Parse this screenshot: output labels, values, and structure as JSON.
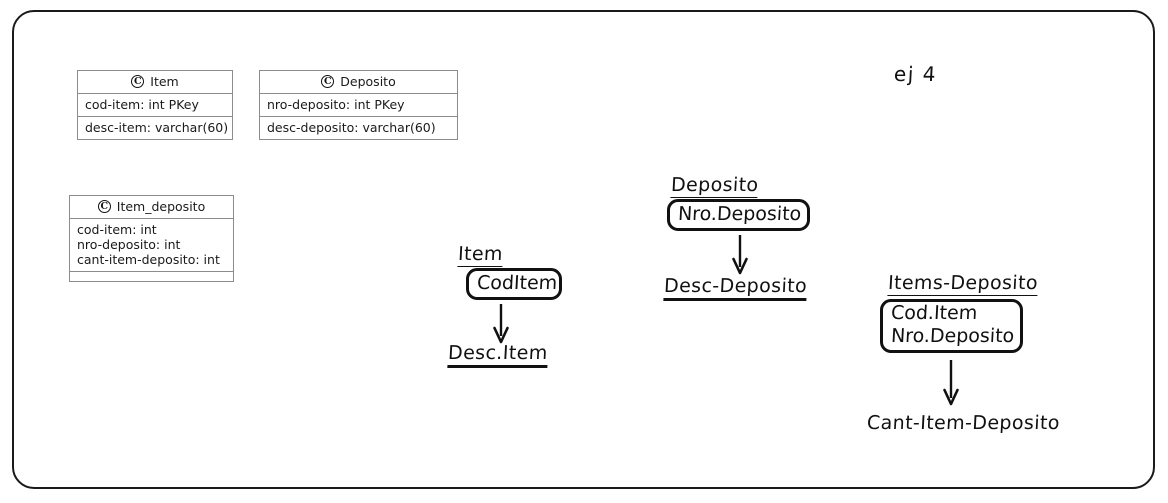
{
  "slide": {
    "note": "ej 4"
  },
  "uml_classes": [
    {
      "name": "Item",
      "stereotype_icon": "circled-c-icon",
      "stereotype_letter": "C",
      "attributes": [
        "cod-item: int PKey",
        "desc-item: varchar(60)"
      ]
    },
    {
      "name": "Deposito",
      "stereotype_icon": "circled-c-icon",
      "stereotype_letter": "C",
      "attributes": [
        "nro-deposito: int PKey",
        "desc-deposito: varchar(60)"
      ]
    },
    {
      "name": "Item_deposito",
      "stereotype_icon": "circled-c-icon",
      "stereotype_letter": "C",
      "attributes": [
        "cod-item: int",
        "nro-deposito: int",
        "cant-item-deposito: int"
      ]
    }
  ],
  "dependency_groups": [
    {
      "title": "Item",
      "determinant": [
        "CodItem"
      ],
      "arrow": "down-arrow-icon",
      "dependent": "Desc.Item",
      "dependent_underlined": true
    },
    {
      "title": "Deposito",
      "determinant": [
        "Nro.Deposito"
      ],
      "arrow": "down-arrow-icon",
      "dependent": "Desc-Deposito",
      "dependent_underlined": true
    },
    {
      "title": "Items-Deposito",
      "determinant": [
        "Cod.Item",
        "Nro.Deposito"
      ],
      "arrow": "down-arrow-icon",
      "dependent": "Cant-Item-Deposito",
      "dependent_underlined": false
    }
  ],
  "colors": {
    "frame_border": "#1a1a1a",
    "class_border": "#8c8c8c",
    "ink": "#111111",
    "background": "#ffffff"
  }
}
